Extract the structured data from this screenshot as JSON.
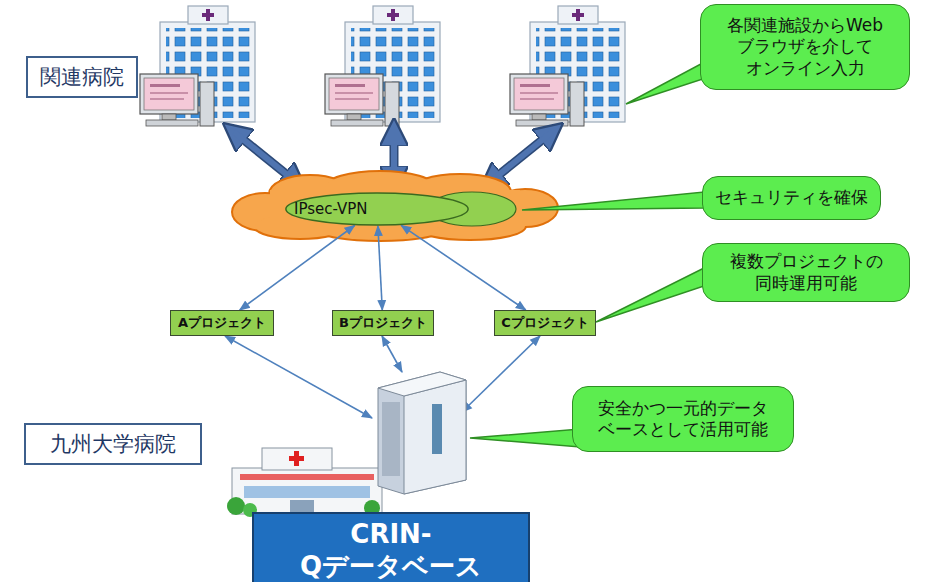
{
  "diagram": {
    "nodes": [
      {
        "text": [
          "各関連施設からWeb ブラウザを介して オンライン入力"
        ]
      },
      {
        "text": [
          "関連病院"
        ]
      },
      {
        "text": [
          "IPsec-VPN"
        ]
      },
      {
        "text": [
          "セキュリティを確保"
        ]
      },
      {
        "text": [
          "複数プロジェクトの 同時運用可能"
        ]
      },
      {
        "text": [
          "Aプロジェクト"
        ]
      },
      {
        "text": [
          "Bプロジェクト"
        ]
      },
      {
        "text": [
          "Cプロジェクト"
        ]
      },
      {
        "text": [
          "安全かつ一元的データ ベースとして活用可能"
        ]
      },
      {
        "text": [
          "九州大学病院"
        ]
      },
      {
        "text": [
          "CRIN-Qデータベース"
        ]
      }
    ],
    "edges": [
      {
        "from": 2,
        "to": 5,
        "arrow": "both"
      },
      {
        "from": 2,
        "to": 6,
        "arrow": "both"
      },
      {
        "from": 2,
        "to": 7,
        "arrow": "both"
      }
    ]
  }
}
